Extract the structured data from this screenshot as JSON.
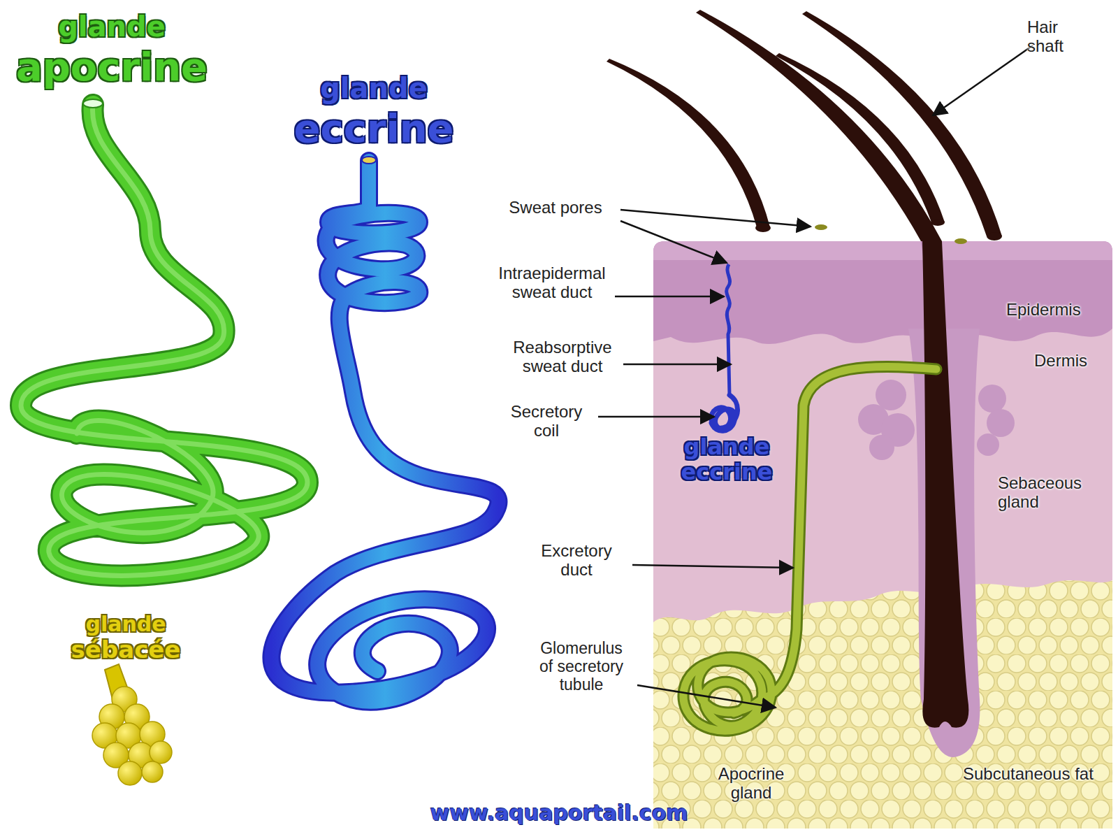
{
  "diagram": {
    "labels": [
      "glande apocrine",
      "glande eccrine",
      "glande sébacée",
      "Hair shaft",
      "Sweat pores",
      "Intraepidermal sweat duct",
      "Reabsorptive sweat duct",
      "Secretory coil",
      "glande eccrine",
      "Epidermis",
      "Dermis",
      "Sebaceous gland",
      "Excretory duct",
      "Glomerulus of secretory tubule",
      "Apocrine gland",
      "Subcutaneous fat",
      "www.aquaportail.com"
    ]
  }
}
